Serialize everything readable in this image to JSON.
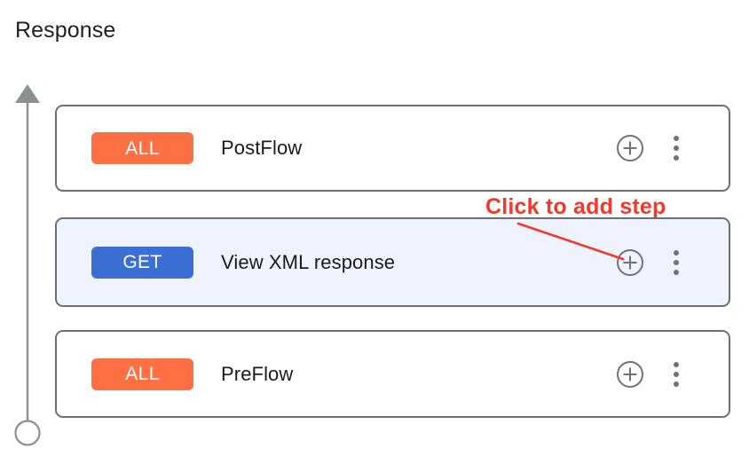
{
  "page": {
    "title": "Response"
  },
  "colors": {
    "badge_all": "#fc7043",
    "badge_get": "#3b6fd4",
    "row_selected_bg": "#eff3fd",
    "card_border": "#6b6f76",
    "annotation_red": "#f4372a",
    "icon_gray": "#6f7276",
    "axis_gray": "#8d9093",
    "text_primary": "#1b1b1f"
  },
  "flow": {
    "axis_icon": "up-arrow-axis-icon",
    "endpoint_icon": "circle-endpoint-icon",
    "steps": [
      {
        "badge": "ALL",
        "badge_type": "all",
        "name": "PostFlow",
        "selected": false,
        "add_icon": "plus-circle-icon",
        "more_icon": "more-vertical-icon"
      },
      {
        "badge": "GET",
        "badge_type": "get",
        "name": "View XML response",
        "selected": true,
        "add_icon": "plus-circle-icon",
        "more_icon": "more-vertical-icon"
      },
      {
        "badge": "ALL",
        "badge_type": "all",
        "name": "PreFlow",
        "selected": false,
        "add_icon": "plus-circle-icon",
        "more_icon": "more-vertical-icon"
      }
    ]
  },
  "annotation": {
    "label": "Click to add step",
    "pointer_icon": "callout-line-icon"
  }
}
